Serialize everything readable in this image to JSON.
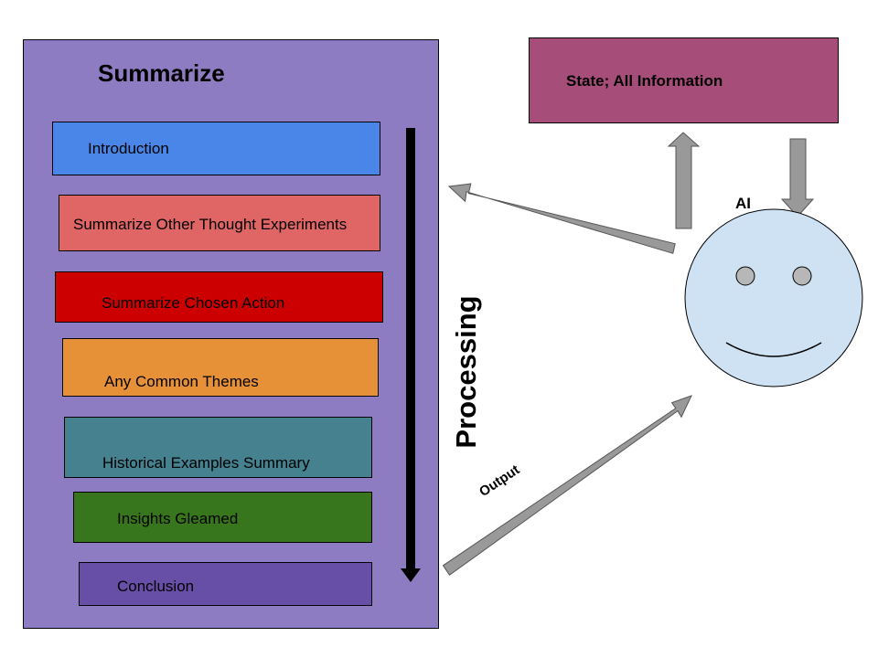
{
  "diagram": {
    "panel_title": "Summarize",
    "steps": [
      {
        "label": "Introduction",
        "color": "#4a86e8"
      },
      {
        "label": "Summarize Other Thought Experiments",
        "color": "#e06666"
      },
      {
        "label": "Summarize Chosen Action",
        "color": "#cc0000"
      },
      {
        "label": "Any Common Themes",
        "color": "#e69138"
      },
      {
        "label": "Historical Examples Summary",
        "color": "#45818e"
      },
      {
        "label": "Insights Gleamed",
        "color": "#38761d"
      },
      {
        "label": "Conclusion",
        "color": "#674ea7"
      }
    ],
    "processing_label": "Processing",
    "state_label": "State; All Information",
    "ai_label": "AI",
    "output_label": "Output",
    "colors": {
      "panel": "#8e7cc3",
      "state_box": "#a64d79",
      "ai_face": "#cfe2f3",
      "arrow_fill": "#999999"
    }
  }
}
